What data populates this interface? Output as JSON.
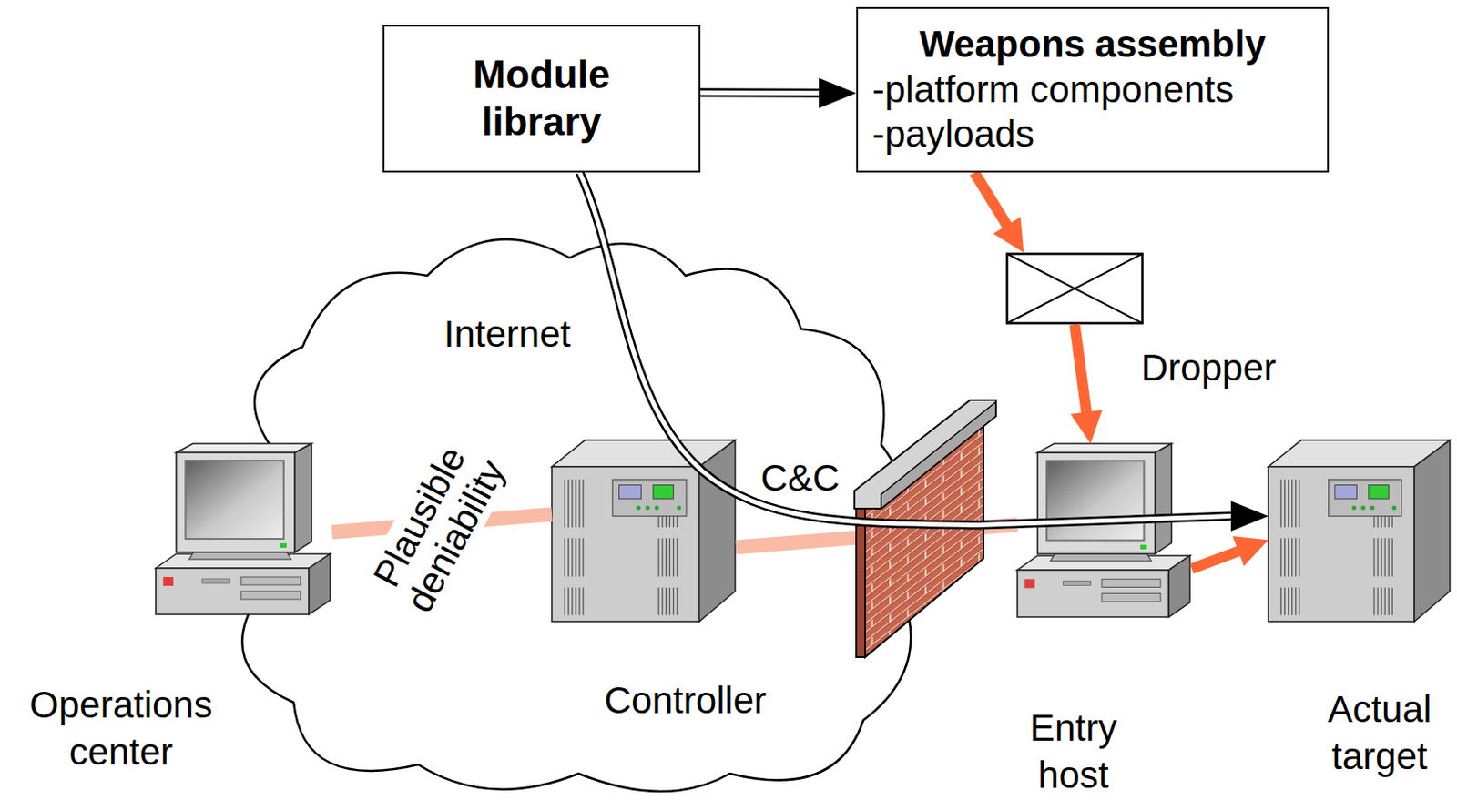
{
  "diagram": {
    "nodes": [
      {
        "text": [
          "Module library"
        ]
      },
      {
        "text": [
          "Weapons assembly",
          "-platform components",
          "-payloads"
        ]
      },
      {
        "text": [
          "Dropper"
        ]
      },
      {
        "text": [
          "Internet"
        ]
      },
      {
        "text": [
          "Operations center"
        ]
      },
      {
        "text": [
          "Controller"
        ],
        "in": 3
      },
      {
        "text": [
          "Entry host"
        ]
      },
      {
        "text": [
          "Actual target"
        ]
      }
    ],
    "edges": [
      {
        "from": 0,
        "to": 1,
        "arrow": "to"
      },
      {
        "from": 1,
        "to": 2,
        "arrow": "to"
      },
      {
        "from": 2,
        "to": 6,
        "arrow": "to"
      },
      {
        "from": 0,
        "to": 7,
        "label": "C&C",
        "arrow": "to"
      },
      {
        "from": 4,
        "to": 5,
        "label": "Plausible deniability",
        "arrow": "none"
      },
      {
        "from": 5,
        "to": 6,
        "arrow": "none"
      },
      {
        "from": 6,
        "to": 7,
        "arrow": "to"
      }
    ]
  }
}
